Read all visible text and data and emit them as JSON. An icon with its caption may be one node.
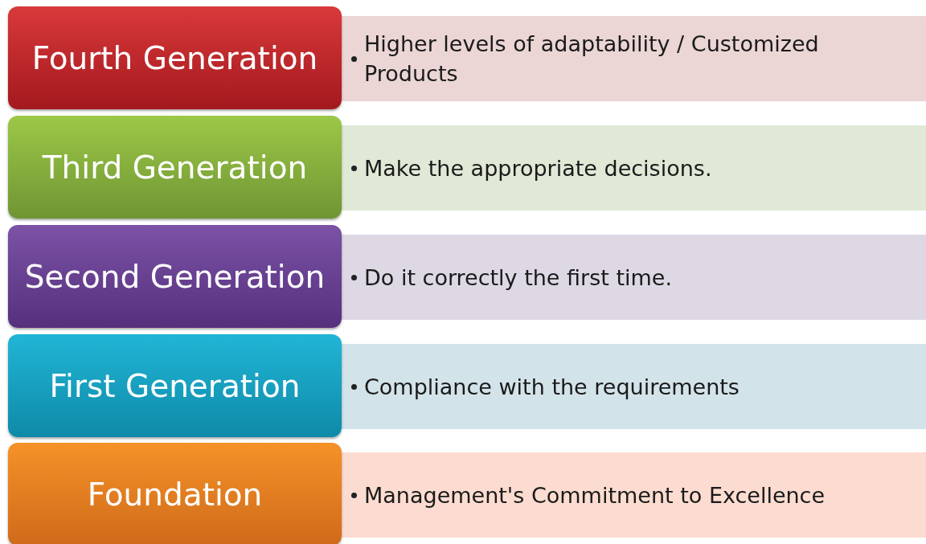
{
  "diagram": {
    "nodes": [
      {
        "text": [
          "Fourth Generation"
        ]
      },
      {
        "text": [
          "Higher levels of adaptability / Customized Products"
        ]
      },
      {
        "text": [
          "Third Generation"
        ]
      },
      {
        "text": [
          "Make the appropriate decisions."
        ]
      },
      {
        "text": [
          "Second Generation"
        ]
      },
      {
        "text": [
          "Do it correctly the first time."
        ]
      },
      {
        "text": [
          "First Generation"
        ]
      },
      {
        "text": [
          "Compliance with the requirements"
        ]
      },
      {
        "text": [
          "Foundation"
        ]
      },
      {
        "text": [
          "Management's Commitment to Excellence"
        ]
      }
    ],
    "edges": []
  }
}
